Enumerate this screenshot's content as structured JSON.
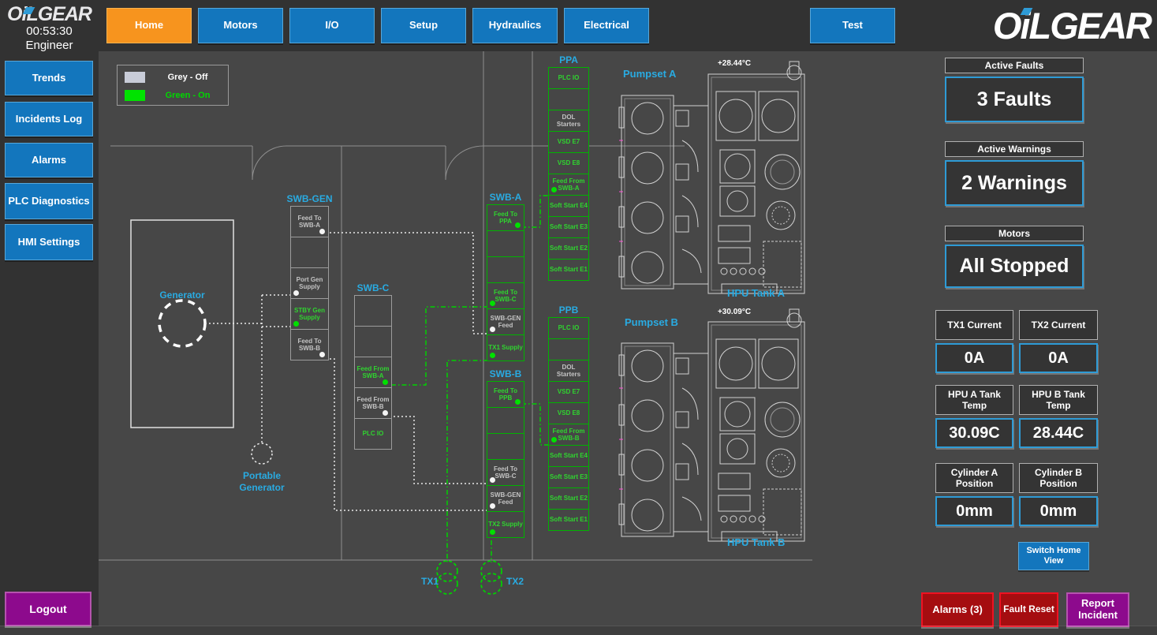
{
  "sidebar": {
    "logo": {
      "pre": "O",
      "i": "i",
      "post": "LGEAR"
    },
    "time": "00:53:30",
    "role": "Engineer",
    "items": [
      {
        "label": "Trends"
      },
      {
        "label": "Incidents Log"
      },
      {
        "label": "Alarms"
      },
      {
        "label": "PLC Diagnostics"
      },
      {
        "label": "HMI Settings"
      }
    ],
    "logout_label": "Logout"
  },
  "topnav": {
    "active_tab": "Home",
    "tabs": [
      {
        "label": "Home"
      },
      {
        "label": "Motors"
      },
      {
        "label": "I/O"
      },
      {
        "label": "Setup"
      },
      {
        "label": "Hydraulics"
      },
      {
        "label": "Electrical"
      }
    ],
    "test_label": "Test",
    "brand": {
      "pre": "O",
      "i": "i",
      "post": "LGEAR"
    }
  },
  "legend": {
    "items": [
      {
        "label": "Grey - Off",
        "state": "off"
      },
      {
        "label": "Green - On",
        "state": "on"
      }
    ]
  },
  "diagram": {
    "generator_label": "Generator",
    "portable_generator_label": "Portable Generator",
    "tx1_label": "TX1",
    "tx2_label": "TX2",
    "swb_gen": {
      "title": "SWB-GEN",
      "cells": [
        {
          "label": "Feed To SWB-A",
          "state": "off"
        },
        {
          "label": "",
          "state": "off"
        },
        {
          "label": "Port Gen Supply",
          "state": "off"
        },
        {
          "label": "STBY Gen Supply",
          "state": "on"
        },
        {
          "label": "Feed To SWB-B",
          "state": "off"
        }
      ]
    },
    "swb_c": {
      "title": "SWB-C",
      "cells": [
        {
          "label": "",
          "state": "off"
        },
        {
          "label": "",
          "state": "off"
        },
        {
          "label": "Feed From SWB-A",
          "state": "on"
        },
        {
          "label": "Feed From SWB-B",
          "state": "off"
        },
        {
          "label": "PLC IO",
          "state": "on"
        }
      ]
    },
    "swb_a": {
      "title": "SWB-A",
      "cells": [
        {
          "label": "Feed To PPA",
          "state": "on"
        },
        {
          "label": "",
          "state": "off"
        },
        {
          "label": "",
          "state": "off"
        },
        {
          "label": "Feed To SWB-C",
          "state": "on"
        },
        {
          "label": "SWB-GEN Feed",
          "state": "off"
        },
        {
          "label": "TX1 Supply",
          "state": "on"
        }
      ]
    },
    "swb_b": {
      "title": "SWB-B",
      "cells": [
        {
          "label": "Feed To PPB",
          "state": "on"
        },
        {
          "label": "",
          "state": "off"
        },
        {
          "label": "",
          "state": "off"
        },
        {
          "label": "Feed To SWB-C",
          "state": "off"
        },
        {
          "label": "SWB-GEN Feed",
          "state": "off"
        },
        {
          "label": "TX2 Supply",
          "state": "on"
        }
      ]
    },
    "ppa": {
      "title": "PPA",
      "cells": [
        {
          "label": "PLC IO",
          "state": "on"
        },
        {
          "label": "",
          "state": "off"
        },
        {
          "label": "DOL Starters",
          "state": "off"
        },
        {
          "label": "VSD E7",
          "state": "on"
        },
        {
          "label": "VSD E8",
          "state": "on"
        },
        {
          "label": "Feed From SWB-A",
          "state": "on"
        },
        {
          "label": "Soft Start E4",
          "state": "on"
        },
        {
          "label": "Soft Start E3",
          "state": "on"
        },
        {
          "label": "Soft Start E2",
          "state": "on"
        },
        {
          "label": "Soft Start E1",
          "state": "on"
        }
      ]
    },
    "ppb": {
      "title": "PPB",
      "cells": [
        {
          "label": "PLC IO",
          "state": "on"
        },
        {
          "label": "",
          "state": "off"
        },
        {
          "label": "DOL Starters",
          "state": "off"
        },
        {
          "label": "VSD E7",
          "state": "on"
        },
        {
          "label": "VSD E8",
          "state": "on"
        },
        {
          "label": "Feed From SWB-B",
          "state": "on"
        },
        {
          "label": "Soft Start E4",
          "state": "on"
        },
        {
          "label": "Soft Start E3",
          "state": "on"
        },
        {
          "label": "Soft Start E2",
          "state": "on"
        },
        {
          "label": "Soft Start E1",
          "state": "on"
        }
      ]
    },
    "pumpset_a": {
      "label": "Pumpset A",
      "temp": "+28.44°C",
      "tank_label": "HPU Tank A"
    },
    "pumpset_b": {
      "label": "Pumpset B",
      "temp": "+30.09°C",
      "tank_label": "HPU Tank B"
    }
  },
  "panel": {
    "stats": [
      {
        "header": "Active Faults",
        "value": "3 Faults"
      },
      {
        "header": "Active Warnings",
        "value": "2 Warnings"
      },
      {
        "header": "Motors",
        "value": "All Stopped"
      }
    ],
    "gauges": [
      {
        "header": "TX1 Current",
        "value": "0A"
      },
      {
        "header": "TX2 Current",
        "value": "0A"
      },
      {
        "header": "HPU A Tank Temp",
        "value": "30.09C"
      },
      {
        "header": "HPU B Tank Temp",
        "value": "28.44C"
      },
      {
        "header": "Cylinder A Position",
        "value": "0mm"
      },
      {
        "header": "Cylinder B Position",
        "value": "0mm"
      }
    ],
    "switch_home_label": "Switch Home View",
    "alarms_label": "Alarms (3)",
    "fault_reset_label": "Fault Reset",
    "report_incident_label": "Report Incident"
  },
  "colors": {
    "accent_blue": "#1376bd",
    "active_orange": "#f7941e",
    "label_cyan": "#29abe2",
    "on_green": "#00d200",
    "off_grey": "#c8ccd8",
    "alarm_red": "#a50d10",
    "purple": "#8d0a8d"
  }
}
